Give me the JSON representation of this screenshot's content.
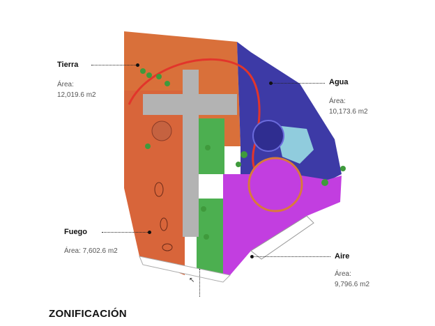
{
  "page": {
    "title": "ZONIFICACIÓN",
    "partial_caption": ""
  },
  "zones": {
    "tierra": {
      "name": "Tierra",
      "area_label": "Área:",
      "area_value": "12,019.6 m2",
      "color": "#d9703a"
    },
    "agua": {
      "name": "Agua",
      "area_label": "Área:",
      "area_value": "10,173.6 m2",
      "color": "#3b3aa8"
    },
    "fuego": {
      "name": "Fuego",
      "area_label": "",
      "area_value": "Área: 7,602.6 m2",
      "color": "#d9603a"
    },
    "aire": {
      "name": "Aire",
      "area_label": "Área:",
      "area_value": "9,796.6 m2",
      "color": "#c03de0"
    }
  },
  "colors": {
    "cross": "#b3b3b3",
    "green": "#4caf50",
    "cyan": "#9fe6e6",
    "path": "#e2352b"
  },
  "icons": [
    "north-arrow-icon"
  ]
}
